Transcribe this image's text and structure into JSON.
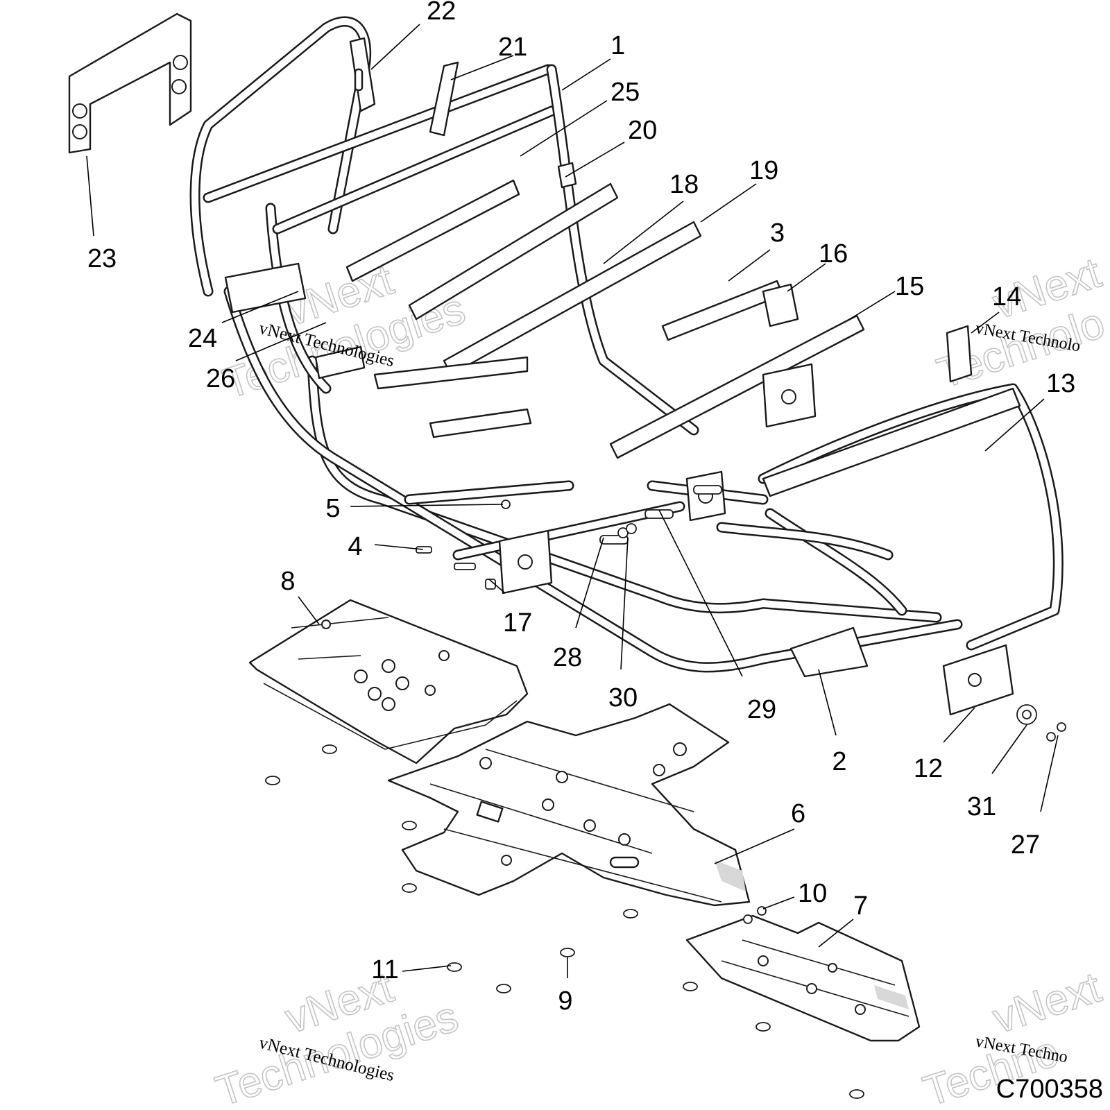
{
  "diagram_code": "C700358",
  "watermarks": [
    {
      "line1": "vNext Technologies",
      "line2": "vNext",
      "line3": "Technologies"
    },
    {
      "line1": "vNext Technologies",
      "line2": "vNext",
      "line3": "Technologies"
    },
    {
      "line1": "vNext Technolo",
      "line2": "vNext",
      "line3": "Technolo"
    },
    {
      "line1": "vNext Techno",
      "line2": "vNext",
      "line3": "Techno"
    }
  ],
  "callouts": [
    "1",
    "2",
    "3",
    "4",
    "5",
    "6",
    "7",
    "8",
    "9",
    "10",
    "11",
    "12",
    "13",
    "14",
    "15",
    "16",
    "17",
    "18",
    "19",
    "20",
    "21",
    "22",
    "23",
    "24",
    "25",
    "26",
    "27",
    "28",
    "29",
    "30",
    "31"
  ]
}
